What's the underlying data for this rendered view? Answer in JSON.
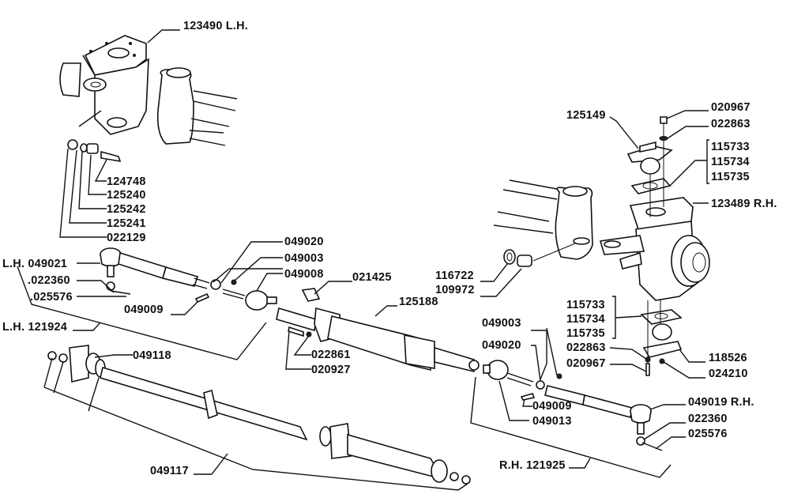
{
  "diagram": {
    "title": "Steering linkage and knuckle exploded view",
    "ink_color": "#111111",
    "background": "#ffffff",
    "labels": {
      "knuckle_lh": "123490 L.H.",
      "bolt_124748": "124748",
      "bush_125240": "125240",
      "washer_125242": "125242",
      "washer_125241": "125241",
      "nut_022129": "022129",
      "lh_end_049021": "L.H. 049021",
      "lh_022360": ".022360",
      "lh_025576": ".025576",
      "lh_rod_121924": "L.H. 121924",
      "lh_049020": "049020",
      "lh_049003": "049003",
      "lh_049008": "049008",
      "lh_049009": "049009",
      "bolt_021425": "021425",
      "damper_125188": "125188",
      "washer_022861": "022861",
      "bolt_020927": "020927",
      "ring_049118": "049118",
      "shaft_049117": "049117",
      "knuckle_rh_top_125149": "125149",
      "rh_top_020967": "020967",
      "rh_top_022863": "022863",
      "shim_top_115733": "115733",
      "shim_top_115734": "115734",
      "shim_top_115735": "115735",
      "knuckle_rh": "123489 R.H.",
      "bush_116722": "116722",
      "bush_109972": "109972",
      "shim_bot_115733": "115733",
      "shim_bot_115734": "115734",
      "shim_bot_115735": "115735",
      "rh_bot_022863": "022863",
      "rh_bot_020967": "020967",
      "balljoint_118526": "118526",
      "nut_024210": "024210",
      "rh_049003": "049003",
      "rh_049020": "049020",
      "rh_049009": "049009",
      "rh_049013": "049013",
      "rh_end_049019": "049019 R.H.",
      "rh_022360": "022360",
      "rh_025576": "025576",
      "rh_rod_121925": "R.H. 121925"
    }
  }
}
